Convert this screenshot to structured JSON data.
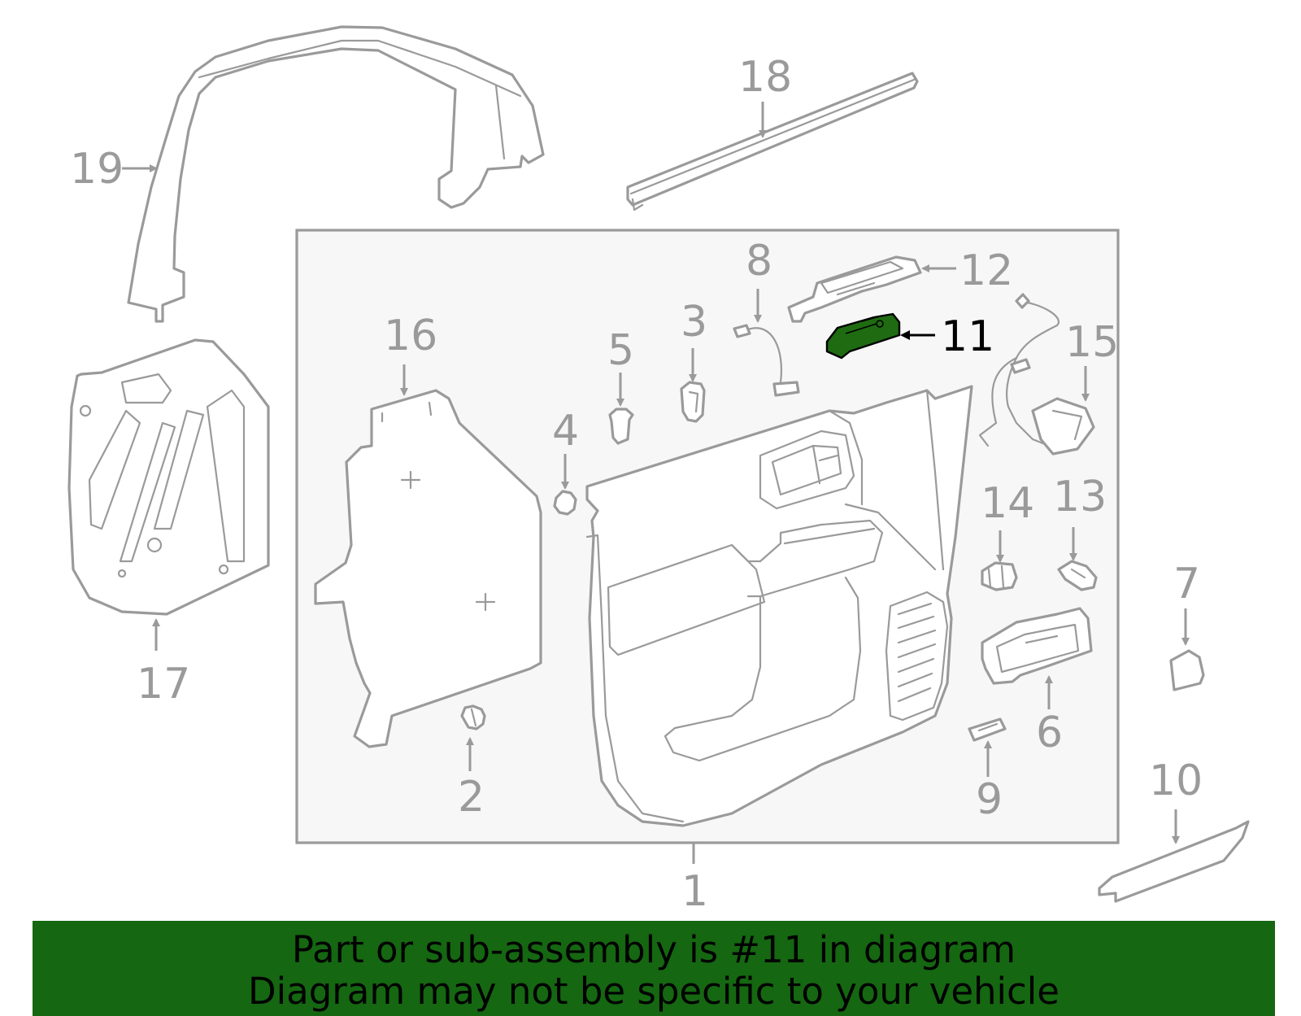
{
  "diagram": {
    "highlighted_callout": "11",
    "highlight_color": "#1f6b12",
    "line_color": "#9a9a9a",
    "callouts": {
      "c1": "1",
      "c2": "2",
      "c3": "3",
      "c4": "4",
      "c5": "5",
      "c6": "6",
      "c7": "7",
      "c8": "8",
      "c9": "9",
      "c10": "10",
      "c11": "11",
      "c12": "12",
      "c13": "13",
      "c14": "14",
      "c15": "15",
      "c16": "16",
      "c17": "17",
      "c18": "18",
      "c19": "19"
    }
  },
  "banner": {
    "line1": "Part or sub-assembly is #11 in diagram",
    "line2": "Diagram may not be specific to your vehicle",
    "background": "#156711"
  }
}
